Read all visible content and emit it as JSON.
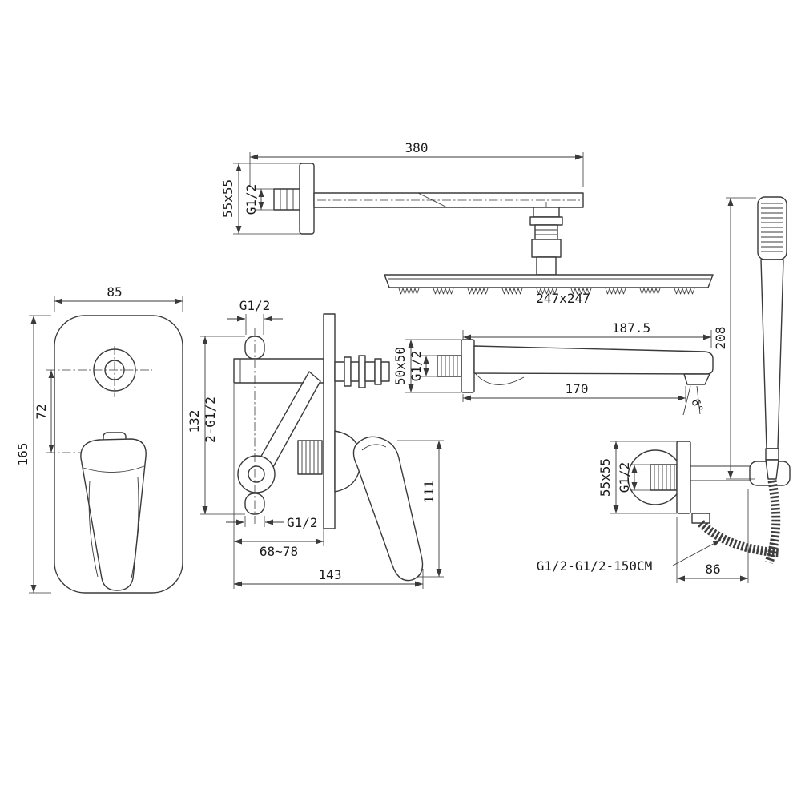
{
  "colors": {
    "line": "#3a3a3a",
    "background": "#ffffff"
  },
  "labels": {
    "arm_length": "380",
    "arm_flange": "55x55",
    "arm_thread": "G1/2",
    "head_size": "247x247",
    "hand_shower_height": "208",
    "spout_overall": "187.5",
    "spout_flange": "50x50",
    "spout_thread": "G1/2",
    "spout_reach": "170",
    "stream_angle": "6°",
    "plate_width": "85",
    "plate_height": "165",
    "handle_offset": "72",
    "valve_top_thread": "G1/2",
    "port_span": "132",
    "ports": "2-G1/2",
    "valve_bottom_thread": "G1/2",
    "install_depth": "68~78",
    "valve_width": "143",
    "handle_length": "111",
    "outlet_flange": "55x55",
    "outlet_thread": "G1/2",
    "hose_spec": "G1/2-G1/2-150CM",
    "outlet_span": "86"
  }
}
